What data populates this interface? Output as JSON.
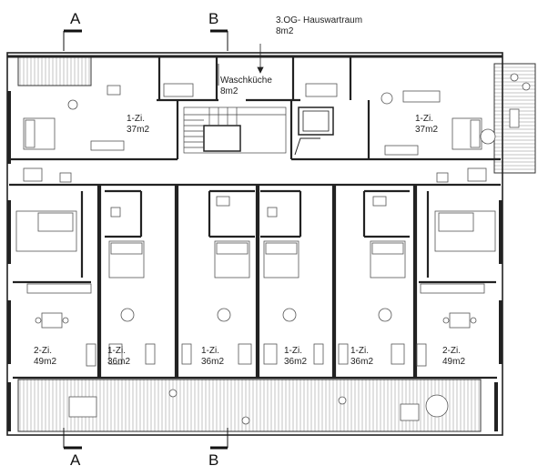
{
  "section_markers": {
    "a_top": "A",
    "b_top": "B",
    "a_bottom": "A",
    "b_bottom": "B"
  },
  "annotations": {
    "hauswartraum": {
      "name": "3.OG- Hauswartraum",
      "area": "8m2"
    },
    "waschkueche": {
      "name": "Waschküche",
      "area": "8m2"
    }
  },
  "rooms": [
    {
      "type": "1-Zi.",
      "area": "37m2"
    },
    {
      "type": "1-Zi.",
      "area": "37m2"
    },
    {
      "type": "2-Zi.",
      "area": "49m2"
    },
    {
      "type": "1-Zi.",
      "area": "36m2"
    },
    {
      "type": "1-Zi.",
      "area": "36m2"
    },
    {
      "type": "1-Zi.",
      "area": "36m2"
    },
    {
      "type": "1-Zi.",
      "area": "36m2"
    },
    {
      "type": "2-Zi.",
      "area": "49m2"
    }
  ],
  "colors": {
    "line": "#222222",
    "hatch": "#9a9a9a",
    "furniture": "#555555"
  }
}
